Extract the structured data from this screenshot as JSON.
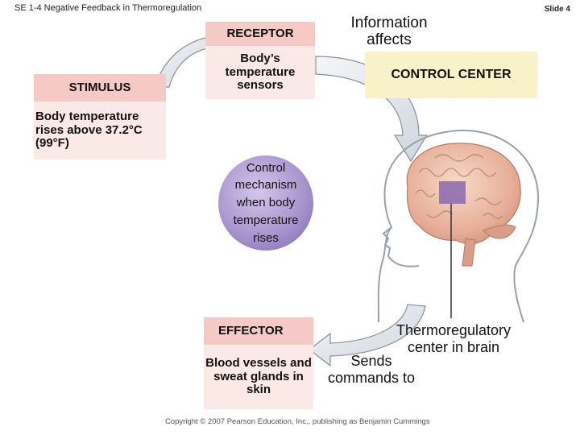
{
  "slide": {
    "title": "SE 1-4 Negative Feedback in Thermoregulation",
    "number": "Slide 4"
  },
  "receptor": {
    "heading": "RECEPTOR",
    "description": "Body’s temperature sensors"
  },
  "stimulus": {
    "heading": "STIMULUS",
    "description": "Body temperature rises above 37.2°C (99°F)"
  },
  "control_center": {
    "heading": "CONTROL CENTER"
  },
  "control_mechanism": {
    "text": "Control mechanism when body temperature rises"
  },
  "effector": {
    "heading": "EFFECTOR",
    "description": "Blood vessels and sweat glands in skin"
  },
  "labels": {
    "information_affects": "Information affects",
    "thermoregulatory_center": "Thermoregulatory center in brain",
    "sends_commands_to": "Sends commands to"
  },
  "copyright": "Copyright © 2007 Pearson Education, Inc., publishing as Benjamin Cummings",
  "colors": {
    "box_header_pink": "#f4c9c6",
    "box_body_pink": "#fbe9e8",
    "control_yellow": "#f7f2c7",
    "mechanism_purple": "#a996cf",
    "arrow_fill": "#e4e8ee",
    "arrow_stroke": "#8a9099",
    "brain_pink": "#e9b9a6",
    "hypothalamus_purple": "#8f6fb1"
  },
  "icons": {
    "head_silhouette": "head-silhouette-icon",
    "brain": "brain-icon"
  }
}
